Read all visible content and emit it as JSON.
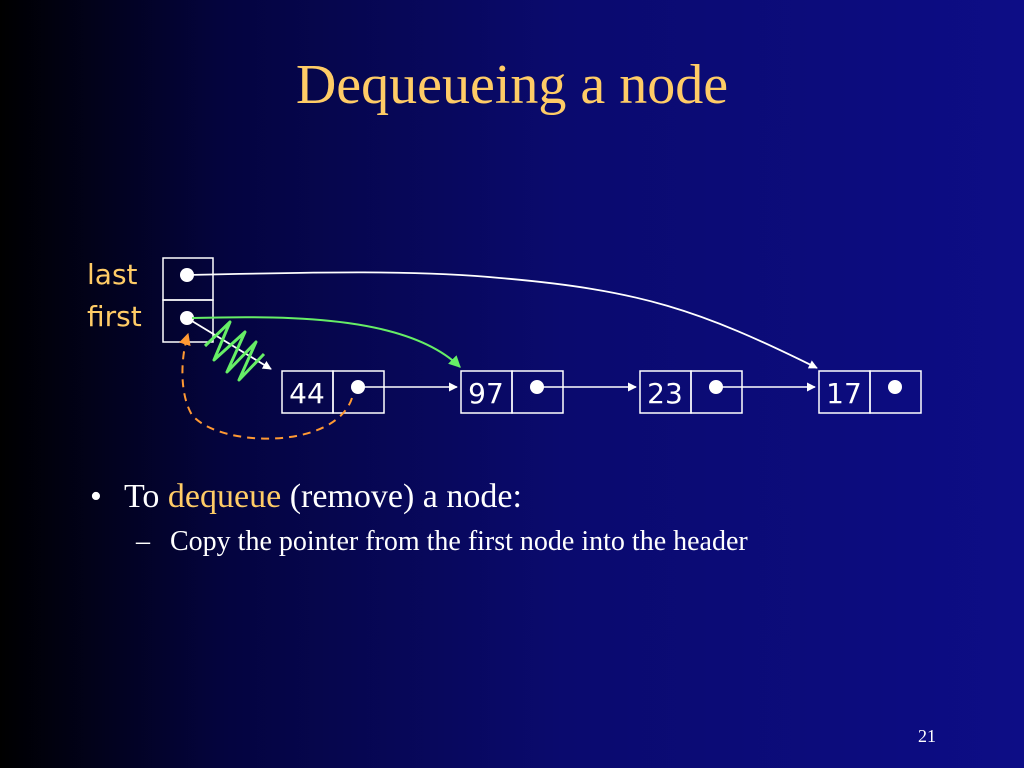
{
  "slide": {
    "title": "Dequeueing a node",
    "page_number": "21"
  },
  "header": {
    "last_label": "last",
    "first_label": "first"
  },
  "nodes": [
    "44",
    "97",
    "23",
    "17"
  ],
  "bullets": {
    "main_prefix": "To ",
    "main_highlight": "dequeue",
    "main_suffix": " (remove) a node:",
    "sub": "Copy the pointer from the first node into the header"
  },
  "colors": {
    "background": "#0a0a6e",
    "title": "#ffcc66",
    "new_pointer": "#66ee66",
    "copy_arrow": "#ff9933",
    "pointer": "#ffffff"
  }
}
